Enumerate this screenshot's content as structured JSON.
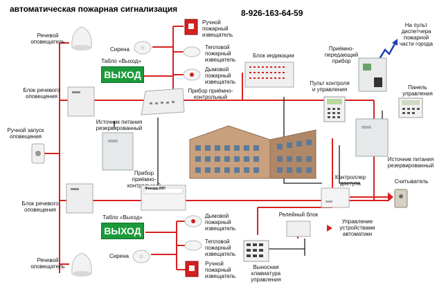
{
  "header": {
    "title": "автоматическая  пожарная сигнализация",
    "phone": "8-926-163-64-59"
  },
  "labels": {
    "speech_notifier": "Речевой\nоповещатель",
    "siren": "Сирена",
    "exit_sign": "Табло «Выход»",
    "exit_text": "ВЫХОД",
    "speech_block": "Блок речевого\nоповещения",
    "manual_start": "Ручной запуск\nоповещения",
    "backup_power": "Источник питания\nрезервированный",
    "control_device_top": "Прибор приёмно-\nконтрольный",
    "control_device_mid": "Прибор\nприёмно-\nконтрольный",
    "manual_detector": "Ручной\nпожарный\nизвещатель",
    "heat_detector": "Тепловой\nпожарный\nизвещатель",
    "smoke_detector": "Дымовой\nпожарный\nизвещатель",
    "indication_block": "Блок индикации",
    "transceiver": "Приёмно-\nпередающий\nприбор",
    "dispatcher": "На пульт\nдиспетчера\nпожарной\nчасти города",
    "control_console": "Пульт контроля\nи управления",
    "control_panel": "Панель\nуправления",
    "access_controller": "Контроллер\nдоступа",
    "reader": "Считыватель",
    "relay_block": "Релейный блок",
    "automation_control": "Управление\nустройствами\nавтоматики",
    "remote_keyboard": "Выносная\nклавиатура\nуправления",
    "device_brand": "Фикард-20П"
  },
  "colors": {
    "wire_red": "#d8201e",
    "wire_black": "#1a1a1a",
    "exit_green": "#1a9a3a",
    "dispatch_blue": "#1e3fb4"
  }
}
